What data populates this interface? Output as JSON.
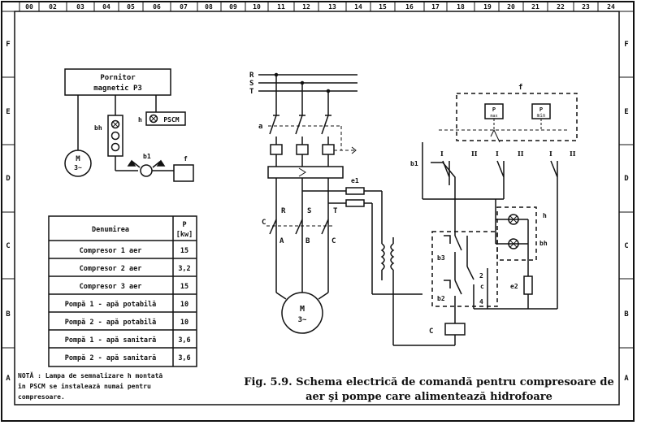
{
  "frame": {
    "top_ruler": [
      "00",
      "02",
      "03",
      "04",
      "05",
      "06",
      "07",
      "08",
      "09",
      "10",
      "11",
      "12",
      "13",
      "14",
      "15",
      "16",
      "17",
      "18",
      "19",
      "20",
      "21",
      "22",
      "23",
      "24"
    ],
    "left_ruler": [
      "F",
      "E",
      "D",
      "C",
      "B",
      "A"
    ],
    "right_ruler": [
      "F",
      "E",
      "D",
      "C",
      "B",
      "A"
    ]
  },
  "block_diagram": {
    "starter_line1": "Pornitor",
    "starter_line2": "magnetic P3",
    "pscm_label": "h",
    "pscm_text": "PSCM",
    "motor_label": "M",
    "motor_sub": "3~",
    "bh_label": "bh",
    "b1_label": "b1",
    "f_label": "f"
  },
  "table": {
    "header_name": "Denumirea",
    "header_power_line1": "P",
    "header_power_line2": "[kw]",
    "rows": [
      {
        "name": "Compresor  1  aer",
        "power": "15"
      },
      {
        "name": "Compresor  2  aer",
        "power": "3,2"
      },
      {
        "name": "Compresor  3  aer",
        "power": "15"
      },
      {
        "name": "Pompă 1 - apă  potabilă",
        "power": "10"
      },
      {
        "name": "Pompă 2 - apă  potabilă",
        "power": "10"
      },
      {
        "name": "Pompă 1 - apă  sanitară",
        "power": "3,6"
      },
      {
        "name": "Pompă 2 - apă  sanitară",
        "power": "3,6"
      }
    ]
  },
  "note": {
    "line1": "NOTĂ :  Lampa  de  semnalizare  h  montată",
    "line2": "în  PSCM  se  instalează  numai  pentru",
    "line3": "compresoare."
  },
  "power_circuit": {
    "phase_r": "R",
    "phase_s": "S",
    "phase_t": "T",
    "switch_label": "a",
    "relay_label": "e1",
    "conn_r": "R",
    "conn_s": "S",
    "conn_t": "T",
    "contactor_label": "C",
    "terminal_a": "A",
    "terminal_b": "B",
    "terminal_c": "C",
    "motor_label": "M",
    "motor_sub": "3~"
  },
  "control_circuit": {
    "f_label": "f",
    "p_max": "P",
    "p_max_sub": "max",
    "p_min": "P",
    "p_min_sub": "min",
    "pos_labels": [
      "I",
      "II",
      "I",
      "II",
      "I",
      "II"
    ],
    "b1_label": "b1",
    "b3_label": "b3",
    "b2_label": "b2",
    "lamp_h": "h",
    "lamp_bh": "bh",
    "e2_label": "e2",
    "c_label": "C",
    "c_small": "c",
    "num_2": "2",
    "num_4": "4"
  },
  "caption": {
    "line1": "Fig. 5.9. Schema electrică de comandă pentru compresoare de",
    "line2": "aer şi pompe care alimentează hidrofoare"
  }
}
